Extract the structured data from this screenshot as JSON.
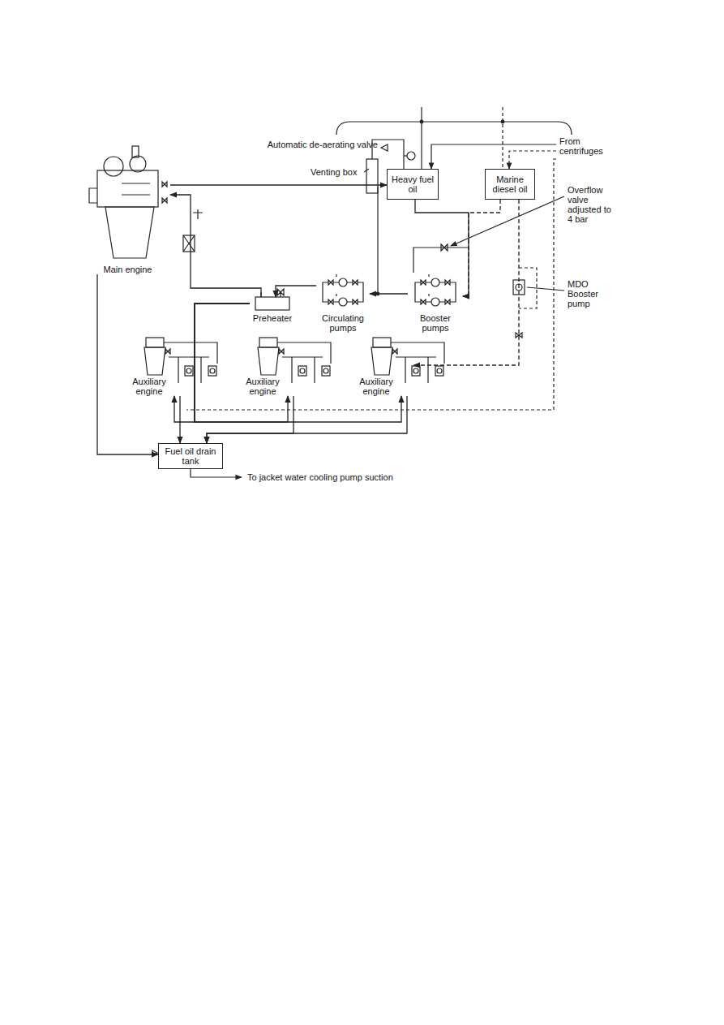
{
  "diagram": {
    "nodes": [
      {
        "text": [
          "Heavy fuel oil"
        ]
      },
      {
        "text": [
          "Marine diesel oil"
        ]
      },
      {
        "text": [
          "Main engine"
        ]
      },
      {
        "text": [
          "Preheater"
        ]
      },
      {
        "text": [
          "Circulating pumps"
        ]
      },
      {
        "text": [
          "Booster pumps"
        ]
      },
      {
        "text": [
          "Auxiliary engine"
        ]
      },
      {
        "text": [
          "Auxiliary engine"
        ]
      },
      {
        "text": [
          "Auxiliary engine"
        ]
      },
      {
        "text": [
          "Fuel oil drain tank"
        ]
      }
    ],
    "edges": [
      {
        "from": 0,
        "to": 5,
        "arrow": "to"
      },
      {
        "from": 1,
        "to": 5,
        "arrow": "to"
      },
      {
        "from": 5,
        "to": 4,
        "arrow": "to"
      },
      {
        "from": 4,
        "to": 3,
        "arrow": "to"
      },
      {
        "from": 3,
        "to": 2,
        "arrow": "to"
      },
      {
        "from": 2,
        "to": 0,
        "arrow": "to"
      },
      {
        "from": 3,
        "to": 6,
        "arrow": "to"
      },
      {
        "from": 3,
        "to": 7,
        "arrow": "to"
      },
      {
        "from": 3,
        "to": 8,
        "arrow": "to"
      },
      {
        "from": 2,
        "to": 9,
        "arrow": "to"
      },
      {
        "from": 6,
        "to": 9,
        "arrow": "to"
      },
      {
        "from": 7,
        "to": 9,
        "arrow": "to"
      },
      {
        "from": 8,
        "to": 9,
        "arrow": "to"
      },
      {
        "from": 1,
        "to": 8,
        "arrow": "to"
      }
    ],
    "labels": [
      "Automatic de-aerating valve",
      "From centrifuges",
      "Venting box",
      "Overflow valve adjusted to 4 bar",
      "MDO Booster pump",
      "To jacket water cooling pump suction"
    ]
  }
}
